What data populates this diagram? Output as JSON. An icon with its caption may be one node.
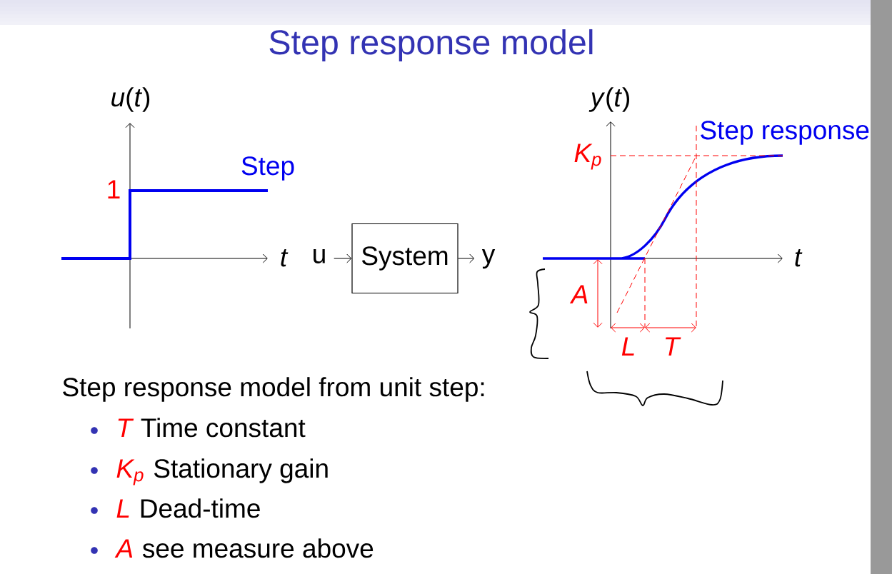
{
  "diagram": {
    "title": "Step response model",
    "nodes": [
      {
        "text": [
          "u"
        ]
      },
      {
        "text": [
          "System"
        ]
      },
      {
        "text": [
          "y"
        ]
      }
    ],
    "edges": [
      {
        "from": 0,
        "to": 1,
        "arrow": "to"
      },
      {
        "from": 1,
        "to": 2,
        "arrow": "to"
      }
    ],
    "labels": [
      "*u*(*t*)",
      "Step",
      "1",
      "t",
      "*y*(*t*)",
      "Step response",
      "K$_{p}$",
      "t",
      "A",
      "L",
      "T",
      "Step response model from unit step:",
      "T",
      "Time constant",
      "K$_{p}$",
      "Stationary gain",
      "L",
      "Dead-time",
      "A",
      "see measure above"
    ]
  }
}
